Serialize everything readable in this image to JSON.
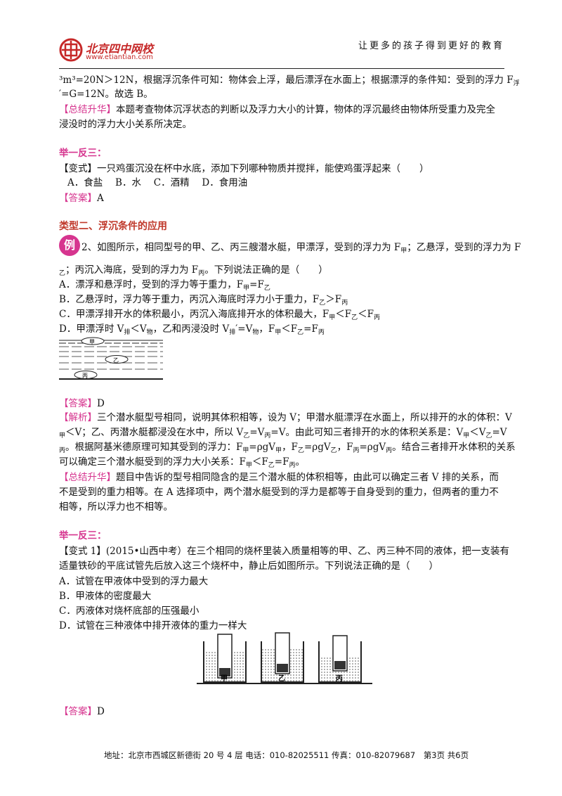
{
  "header": {
    "logo_text": "北京四中网校",
    "logo_url": "www.etiantian.com",
    "slogan": "让更多的孩子得到更好的教育"
  },
  "top": {
    "line1": "³m³=20N＞12N，根据浮沉条件可知：物体会上浮，最后漂浮在水面上；根据漂浮的条件知：受到的浮力 F",
    "line1_sub": "浮",
    "line2": "′=G=12N。故选 B。",
    "summary_tag": "【总结升华】",
    "summary_text1": "本题考查物体沉浮状态的判断以及浮力大小的计算，物体的浮沉最终由物体所受重力及完全",
    "summary_text2": "浸没时的浮力大小关系所决定。"
  },
  "ex1": {
    "heading": "举一反三：",
    "question": "【变式】一只鸡蛋沉没在杯中水底，添加下列哪种物质并搅拌，能使鸡蛋浮起来（　　）",
    "options": "A．食盐　 B．水　 C．酒精　 D．食用油",
    "answer_tag": "【答案】",
    "answer": "A"
  },
  "type2": {
    "heading": "类型二、浮沉条件的应用",
    "badge": "例",
    "q_line1": "2、如图所示，相同型号的甲、乙、丙三艘潜水艇，甲漂浮，受到的浮力为 F",
    "q_line1_sub1": "甲",
    "q_line1_b": "；乙悬浮，受到的浮力为 F",
    "q_line2_sub": "乙",
    "q_line2": "；丙沉入海底，受到的浮力为 F",
    "q_line2_sub2": "丙",
    "q_line2_end": "。下列说法正确的是（　　）",
    "optA": "A．漂浮和悬浮时，受到的浮力等于重力，F",
    "optA_s1": "甲",
    "optA_m": "=F",
    "optA_s2": "乙",
    "optB": "B．乙悬浮时，浮力等于重力，丙沉入海底时浮力小于重力，F",
    "optB_s1": "乙",
    "optB_m": "＞F",
    "optB_s2": "丙",
    "optC": "C．甲漂浮排开水的体积最小，丙沉入海底排开水的体积最大，F",
    "optC_s1": "甲",
    "optC_m1": "＜F",
    "optC_s2": "乙",
    "optC_m2": "＜F",
    "optC_s3": "丙",
    "optD": "D．甲漂浮时 V",
    "optD_s1": "排",
    "optD_m1": "＜V",
    "optD_s2": "物",
    "optD_m2": "，乙和丙浸没时 V",
    "optD_s3": "排",
    "optD_m3": "′=V",
    "optD_s4": "物",
    "optD_m4": "，F",
    "optD_s5": "甲",
    "optD_m5": "＜F",
    "optD_s6": "乙",
    "optD_m6": "=F",
    "optD_s7": "丙",
    "fig_labels": [
      "甲",
      "乙",
      "丙"
    ],
    "answer_tag": "【答案】",
    "answer": "D",
    "analysis_tag": "【解析】",
    "a1": "三个潜水艇型号相同，说明其体积相等，设为 V；甲潜水艇漂浮在水面上，所以排开的水的体积：V",
    "a2s": "甲",
    "a2": "＜V；乙、丙潜水艇都浸没在水中，所以 V",
    "a2s2": "乙",
    "a2b": "=V",
    "a2s3": "丙",
    "a2c": "=V。由此可知三者排开的水的体积关系是：V",
    "a2s4": "甲",
    "a2d": "＜V",
    "a2s5": "乙",
    "a2e": "=V",
    "a3s": "丙",
    "a3": "。根据阿基米德原理可知其受到的浮力：F",
    "a3s2": "甲",
    "a3b": "=ρgV",
    "a3s3": "甲",
    "a3c": "，F",
    "a3s4": "乙",
    "a3d": "=ρgV",
    "a3s5": "乙",
    "a3e": "，F",
    "a3s6": "丙",
    "a3f": "=ρgV",
    "a3s7": "丙",
    "a3g": "。结合三者排开水体积的关系",
    "a4": "可以确定三个潜水艇受到的浮力大小关系：F",
    "a4s1": "甲",
    "a4b": "＜F",
    "a4s2": "乙",
    "a4c": "=F",
    "a4s3": "丙",
    "a4d": "。",
    "summary_tag": "【总结升华】",
    "s1": "题目中告诉的型号相同隐含的是三个潜水艇的体积相等，由此可以确定三者 V 排的关系，而",
    "s2": "不是受到的重力相等。在 A 选择项中，两个潜水艇受到的浮力是都等于自身受到的重力，但两者的重力不",
    "s3": "相等，所以浮力也不相等。"
  },
  "ex2": {
    "heading": "举一反三：",
    "q1": "【变式 1】(2015•山西中考）在三个相同的烧杯里装入质量相等的甲、乙、丙三种不同的液体，把一支装有",
    "q2": "适量铁砂的平底试管先后放入这三个烧杯中，静止后如图所示。下列说法正确的是（　　）",
    "optA": "A．试管在甲液体中受到的浮力最大",
    "optB": "B．甲液体的密度最大",
    "optC": "C．丙液体对烧杯底部的压强最小",
    "optD": "D．试管在三种液体中排开液体的重力一样大",
    "fig_labels": [
      "甲",
      "乙",
      "丙"
    ],
    "answer_tag": "【答案】",
    "answer": "D"
  },
  "footer": {
    "address": "地址：北京市西城区新德街 20 号 4 层  电话：010-82025511  传真：010-82079687",
    "page": "第3页  共6页"
  },
  "colors": {
    "accent": "#d6358f",
    "heading_red": "#c0392b",
    "logo_red": "#c62828"
  }
}
